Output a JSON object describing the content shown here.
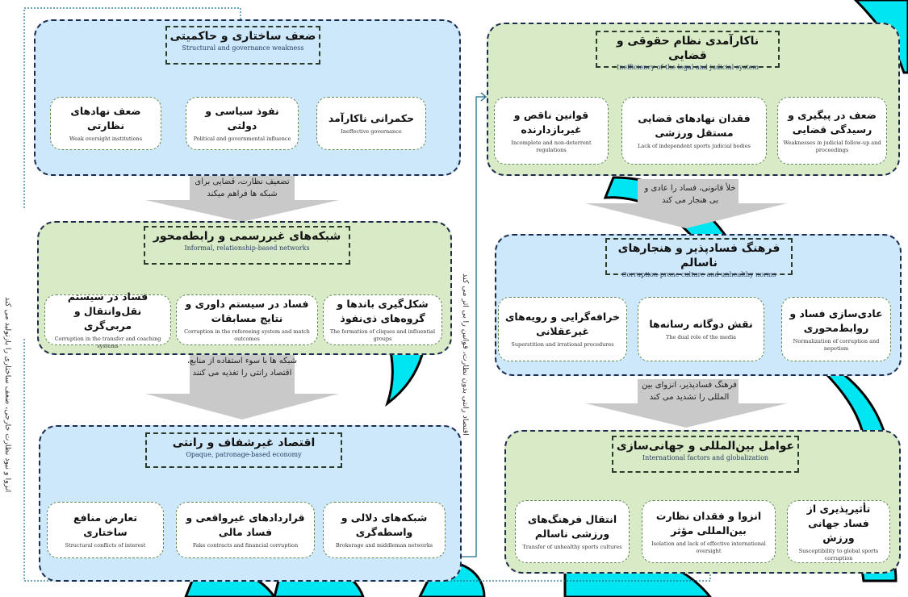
{
  "colors": {
    "blue_panel": "#cde8fa",
    "green_panel": "#d9ebc6",
    "border": "#1d2b4f",
    "arrow": "#c9c9c9",
    "connector": "#1f6e8c"
  },
  "left": {
    "p1": {
      "title_fa": "ضعف ساختاری و حاکمیتی",
      "title_en": "Structural and governance weakness",
      "cards": [
        {
          "fa": "ضعف نهادهای نظارتی",
          "en": "Weak oversight institutions"
        },
        {
          "fa": "نفوذ سیاسی و دولتی",
          "en": "Political and governmental influence"
        },
        {
          "fa": "حکمرانی ناکارآمد",
          "en": "Ineffective governance"
        }
      ]
    },
    "a1": "تضعیف نظارت، قضایی برای شبکه ها فراهم میکند",
    "p2": {
      "title_fa": "شبکه‌های غیررسمی و رابطه‌محور",
      "title_en": "Informal, relationship-based networks",
      "cards": [
        {
          "fa": "فساد در سیستم نقل‌وانتقال و مربی‌گری",
          "en": "Corruption in the transfer and coaching systems"
        },
        {
          "fa": "فساد در سیستم داوری و نتایج مسابقات",
          "en": "Corruption in the refereeing system and match outcomes"
        },
        {
          "fa": "شکل‌گیری باندها و گروه‌های ذی‌نفوذ",
          "en": "The formation of cliques and influential groups"
        }
      ]
    },
    "a2": "شبکه ها با سوء استفاده از منابع، اقتصاد رانتی را تغذیه می کنند",
    "p3": {
      "title_fa": "اقتصاد غیرشفاف و رانتی",
      "title_en": "Opaque, patronage-based economy",
      "cards": [
        {
          "fa": "تعارض منافع ساختاری",
          "en": "Structural conflicts of interest"
        },
        {
          "fa": "قراردادهای غیرواقعی و فساد مالی",
          "en": "Fake contracts and financial corruption"
        },
        {
          "fa": "شبکه‌های دلالی و واسطه‌گری",
          "en": "Brokerage and middleman networks"
        }
      ]
    }
  },
  "right": {
    "p1": {
      "title_fa": "ناکارآمدی نظام حقوقی و قضایی",
      "title_en": "Inefficiency of the legal and judicial system",
      "cards": [
        {
          "fa": "قوانین ناقص و غیربازدارنده",
          "en": "Incomplete and non-deterrent regulations"
        },
        {
          "fa": "فقدان نهادهای قضایی مستقل ورزشی",
          "en": "Lack of independent sports judicial bodies"
        },
        {
          "fa": "ضعف در پیگیری و رسیدگی قضایی",
          "en": "Weaknesses in judicial follow-up and proceedings"
        }
      ]
    },
    "a1": "خلأ قانونی، فساد را عادی و بی هنجار می کند",
    "p2": {
      "title_fa": "فرهنگ فسادپذیر و هنجارهای ناسالم",
      "title_en": "Corruption-prone culture and unhealthy norms",
      "cards": [
        {
          "fa": "خرافه‌گرایی و رویه‌های غیرعقلانی",
          "en": "Superstition and irrational procedures"
        },
        {
          "fa": "نقش دوگانه رسانه‌ها",
          "en": "The dual role of the media"
        },
        {
          "fa": "عادی‌سازی فساد و روابط‌محوری",
          "en": "Normalization of corruption and nepotism"
        }
      ]
    },
    "a2": "فرهنگ فسادپذیر، انزوای بین المللی را تشدید می کند",
    "p3": {
      "title_fa": "عوامل بین‌المللی و جهانی‌سازی",
      "title_en": "International factors and globalization",
      "cards": [
        {
          "fa": "انتقال فرهنگ‌های ورزشی ناسالم",
          "en": "Transfer of unhealthy sports cultures"
        },
        {
          "fa": "انزوا و فقدان نظارت بین‌المللی مؤثر",
          "en": "Isolation and lack of effective international oversight"
        },
        {
          "fa": "تأثیرپذیری از فساد جهانی ورزش",
          "en": "Susceptibility to global sports corruption"
        }
      ]
    }
  },
  "vertical_left": "انزوا و نبود نظارت خارجی، ضعف ساختاری را بازتولید می کند",
  "vertical_mid": "اقتصاد رانتی بدون نظارت، قوانین را بی اثر می کند"
}
